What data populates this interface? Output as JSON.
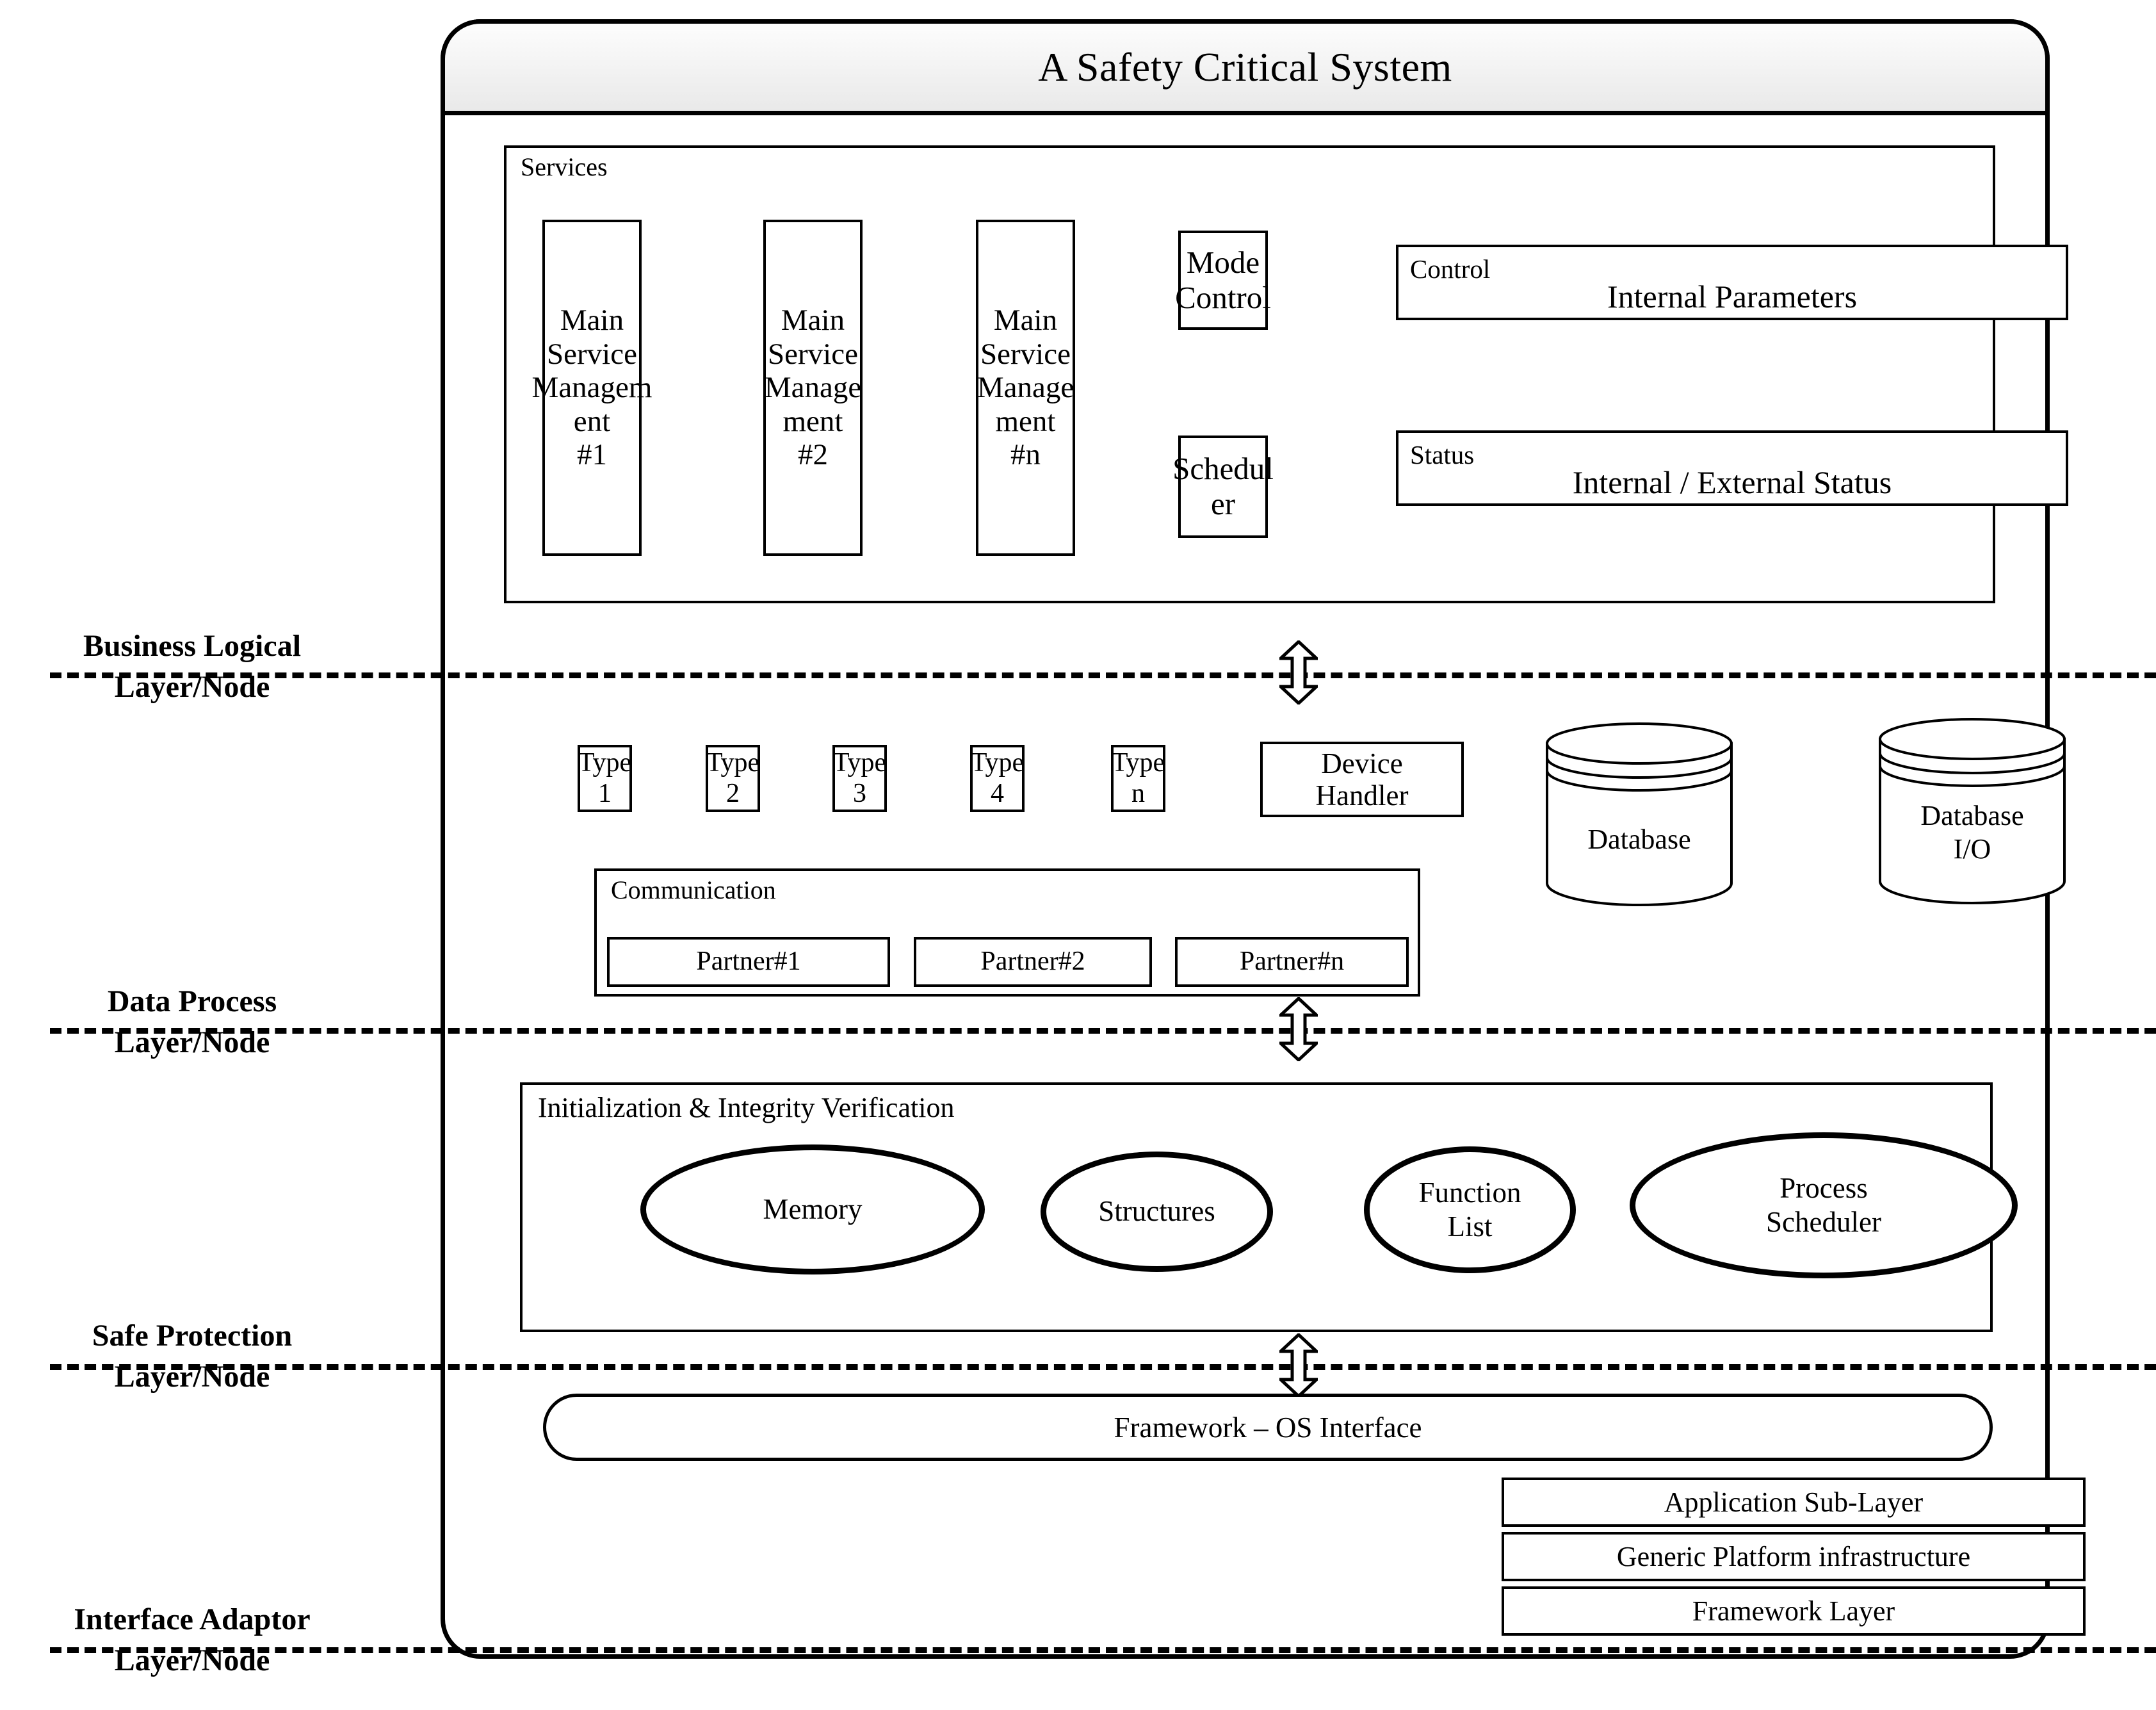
{
  "system": {
    "title": "A Safety Critical System"
  },
  "services": {
    "section_label": "Services",
    "main_service_boxes": [
      {
        "line1": "Main",
        "line2": "Service",
        "line3": "Managem",
        "line4": "ent",
        "line5": "#1"
      },
      {
        "line1": "Main",
        "line2": "Service",
        "line3": "Manage",
        "line4": "ment",
        "line5": "#2"
      },
      {
        "line1": "Main",
        "line2": "Service",
        "line3": "Manage",
        "line4": "ment",
        "line5": "#n"
      }
    ],
    "mode_control": {
      "line1": "Mode",
      "line2": "Control"
    },
    "scheduler": {
      "line1": "Schedul",
      "line2": "er"
    },
    "control_panel": {
      "label": "Control",
      "value": "Internal Parameters"
    },
    "status_panel": {
      "label": "Status",
      "value": "Internal / External Status"
    }
  },
  "data_process": {
    "types": [
      "Type 1",
      "Type 2",
      "Type 3",
      "Type 4",
      "Type n"
    ],
    "type_items": [
      {
        "line1": "Type",
        "line2": "1"
      },
      {
        "line1": "Type",
        "line2": "2"
      },
      {
        "line1": "Type",
        "line2": "3"
      },
      {
        "line1": "Type",
        "line2": "4"
      },
      {
        "line1": "Type",
        "line2": "n"
      }
    ],
    "device_handler": {
      "line1": "Device",
      "line2": "Handler"
    },
    "database": {
      "line1": "Database",
      "line2": ""
    },
    "database_io": {
      "line1": "Database",
      "line2": "I/O"
    },
    "communication": {
      "label": "Communication",
      "partners": [
        "Partner#1",
        "Partner#2",
        "Partner#n"
      ]
    }
  },
  "safe_protection": {
    "section_label": "Initialization & Integrity Verification",
    "nodes": [
      {
        "line1": "Memory",
        "line2": ""
      },
      {
        "line1": "Structures",
        "line2": ""
      },
      {
        "line1": "Function",
        "line2": "List"
      },
      {
        "line1": "Process",
        "line2": "Scheduler"
      }
    ]
  },
  "interface_adaptor": {
    "framework_os_interface": "Framework – OS Interface",
    "stack": [
      "Application Sub-Layer",
      "Generic Platform infrastructure",
      "Framework Layer"
    ]
  },
  "layer_labels": [
    {
      "line1": "Business Logical",
      "line2": "Layer/Node"
    },
    {
      "line1": "Data Process",
      "line2": "Layer/Node"
    },
    {
      "line1": "Safe Protection",
      "line2": "Layer/Node"
    },
    {
      "line1": "Interface Adaptor",
      "line2": "Layer/Node"
    }
  ],
  "colors": {
    "stroke": "#000000",
    "background": "#ffffff",
    "header_gradient_top": "#fdfdfd",
    "header_gradient_bottom": "#e9e9e9"
  }
}
